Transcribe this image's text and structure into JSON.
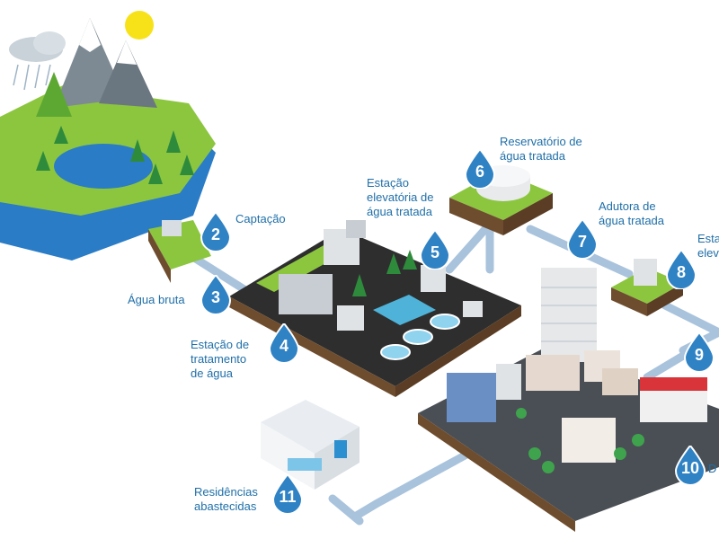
{
  "steps": [
    {
      "number": "2",
      "label_lines": [
        "Captação"
      ]
    },
    {
      "number": "3",
      "label_lines": [
        "Água bruta"
      ]
    },
    {
      "number": "4",
      "label_lines": [
        "Estação de",
        "tratamento",
        "de água"
      ]
    },
    {
      "number": "5",
      "label_lines": [
        "Estação",
        "elevatória de",
        "água tratada"
      ]
    },
    {
      "number": "6",
      "label_lines": [
        "Reservatório de",
        "água tratada"
      ]
    },
    {
      "number": "7",
      "label_lines": [
        "Adutora de",
        "água tratada"
      ]
    },
    {
      "number": "8",
      "label_lines": [
        "Esta",
        "elev"
      ]
    },
    {
      "number": "9",
      "label_lines": []
    },
    {
      "number": "10",
      "label_lines": [
        "D"
      ]
    },
    {
      "number": "11",
      "label_lines": [
        "Residências",
        "abastecidas"
      ]
    }
  ],
  "colors": {
    "label_text": "#1f6fa8",
    "drop_fill": "#2f82c4",
    "pipe": "#a9c3dc",
    "grass": "#8cc63f",
    "ground": "#2e2e2e",
    "water": "#2a7cc7",
    "sun": "#f7e21a"
  }
}
